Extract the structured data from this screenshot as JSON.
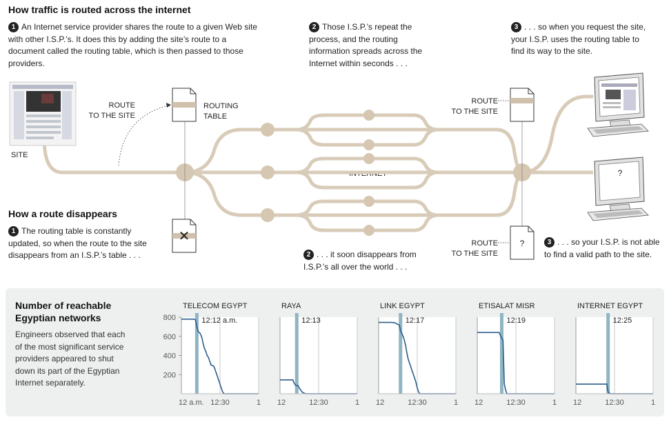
{
  "header": {
    "title": "How traffic is routed across the internet"
  },
  "steps_top": [
    {
      "num": "1",
      "text": "An Internet service provider shares the route to a given Web site with other I.S.P.’s. It does this by adding the site’s route to a document called the routing table, which is then passed to those providers."
    },
    {
      "num": "2",
      "text": "Those I.S.P.’s repeat the process, and the routing information spreads across the Internet within seconds . . ."
    },
    {
      "num": "3",
      "text": ". . . so when you request the site, your I.S.P. uses the routing table to find its way to the site."
    }
  ],
  "subheader": {
    "title": "How a route disappears"
  },
  "steps_bottom": [
    {
      "num": "1",
      "text": "The routing table is constantly updated, so when the route to the site disappears from an I.S.P.’s table . . ."
    },
    {
      "num": "2",
      "text": ". . . it soon disappears from I.S.P.’s all over the world . . ."
    },
    {
      "num": "3",
      "text": ". . . so your I.S.P. is not able to find a valid path to the site."
    }
  ],
  "diagram": {
    "site_label": "SITE",
    "route_to_site_left": [
      "ROUTE",
      "TO THE SITE"
    ],
    "routing_table": [
      "ROUTING",
      "TABLE"
    ],
    "internet_label": "INTERNET",
    "route_to_site_right_top": [
      "ROUTE",
      "TO THE SITE"
    ],
    "route_to_site_right_bottom": [
      "ROUTE",
      "TO THE SITE"
    ],
    "question_mark": "?",
    "x_mark": "✕",
    "colors": {
      "path": "#d8cbb8",
      "node": "#d5c7b1",
      "doc_band": "#cfc1ab"
    }
  },
  "bottom_panel": {
    "title": "Number of reachable Egyptian networks",
    "description": "Engineers observed that each of the most significant service providers appeared to shut down its part of the Egyptian Internet separately."
  },
  "chart_data": {
    "type": "line",
    "ylim": [
      0,
      800
    ],
    "yticks": [
      "800",
      "600",
      "400",
      "200"
    ],
    "xlim": [
      0,
      60
    ],
    "line_color": "#2b5d8c",
    "marker_color": "#8fb5c3",
    "panels": [
      {
        "name": "TELECOM EGYPT",
        "time_label": "12:12 a.m.",
        "marker": 12,
        "xticks": [
          "12 a.m.",
          "12:30",
          "1"
        ],
        "points": [
          [
            0,
            780
          ],
          [
            6,
            780
          ],
          [
            10,
            780
          ],
          [
            11,
            770
          ],
          [
            12,
            700
          ],
          [
            13,
            650
          ],
          [
            14,
            640
          ],
          [
            15,
            620
          ],
          [
            16,
            580
          ],
          [
            17,
            520
          ],
          [
            18,
            470
          ],
          [
            19,
            440
          ],
          [
            20,
            400
          ],
          [
            21,
            380
          ],
          [
            22,
            340
          ],
          [
            23,
            300
          ],
          [
            25,
            290
          ],
          [
            26,
            260
          ],
          [
            27,
            220
          ],
          [
            28,
            180
          ],
          [
            29,
            140
          ],
          [
            30,
            100
          ],
          [
            31,
            60
          ],
          [
            32,
            20
          ],
          [
            33,
            0
          ],
          [
            60,
            0
          ]
        ]
      },
      {
        "name": "RAYA",
        "time_label": "12:13",
        "marker": 13,
        "xticks": [
          "12",
          "12:30",
          "1"
        ],
        "points": [
          [
            0,
            145
          ],
          [
            10,
            145
          ],
          [
            11,
            110
          ],
          [
            12,
            90
          ],
          [
            14,
            85
          ],
          [
            15,
            60
          ],
          [
            16,
            40
          ],
          [
            17,
            20
          ],
          [
            18,
            10
          ],
          [
            20,
            0
          ],
          [
            60,
            0
          ]
        ]
      },
      {
        "name": "LINK EGYPT",
        "time_label": "12:17",
        "marker": 17,
        "xticks": [
          "12",
          "12:30",
          "1"
        ],
        "points": [
          [
            0,
            745
          ],
          [
            10,
            745
          ],
          [
            13,
            740
          ],
          [
            14,
            730
          ],
          [
            16,
            720
          ],
          [
            17,
            660
          ],
          [
            18,
            630
          ],
          [
            19,
            600
          ],
          [
            20,
            560
          ],
          [
            21,
            500
          ],
          [
            22,
            420
          ],
          [
            23,
            360
          ],
          [
            24,
            320
          ],
          [
            25,
            280
          ],
          [
            26,
            240
          ],
          [
            27,
            200
          ],
          [
            28,
            160
          ],
          [
            29,
            120
          ],
          [
            30,
            60
          ],
          [
            31,
            20
          ],
          [
            32,
            0
          ],
          [
            60,
            0
          ]
        ]
      },
      {
        "name": "ETISALAT MISR",
        "time_label": "12:19",
        "marker": 19,
        "xticks": [
          "12",
          "12:30",
          "1"
        ],
        "points": [
          [
            0,
            640
          ],
          [
            17,
            640
          ],
          [
            18,
            610
          ],
          [
            19,
            580
          ],
          [
            20,
            560
          ],
          [
            21,
            100
          ],
          [
            22,
            40
          ],
          [
            23,
            0
          ],
          [
            60,
            0
          ]
        ]
      },
      {
        "name": "INTERNET EGYPT",
        "time_label": "12:25",
        "marker": 25,
        "xticks": [
          "12",
          "12:30",
          "1"
        ],
        "points": [
          [
            0,
            100
          ],
          [
            24,
            100
          ],
          [
            25,
            20
          ],
          [
            26,
            5
          ],
          [
            27,
            0
          ],
          [
            60,
            0
          ]
        ]
      }
    ]
  }
}
